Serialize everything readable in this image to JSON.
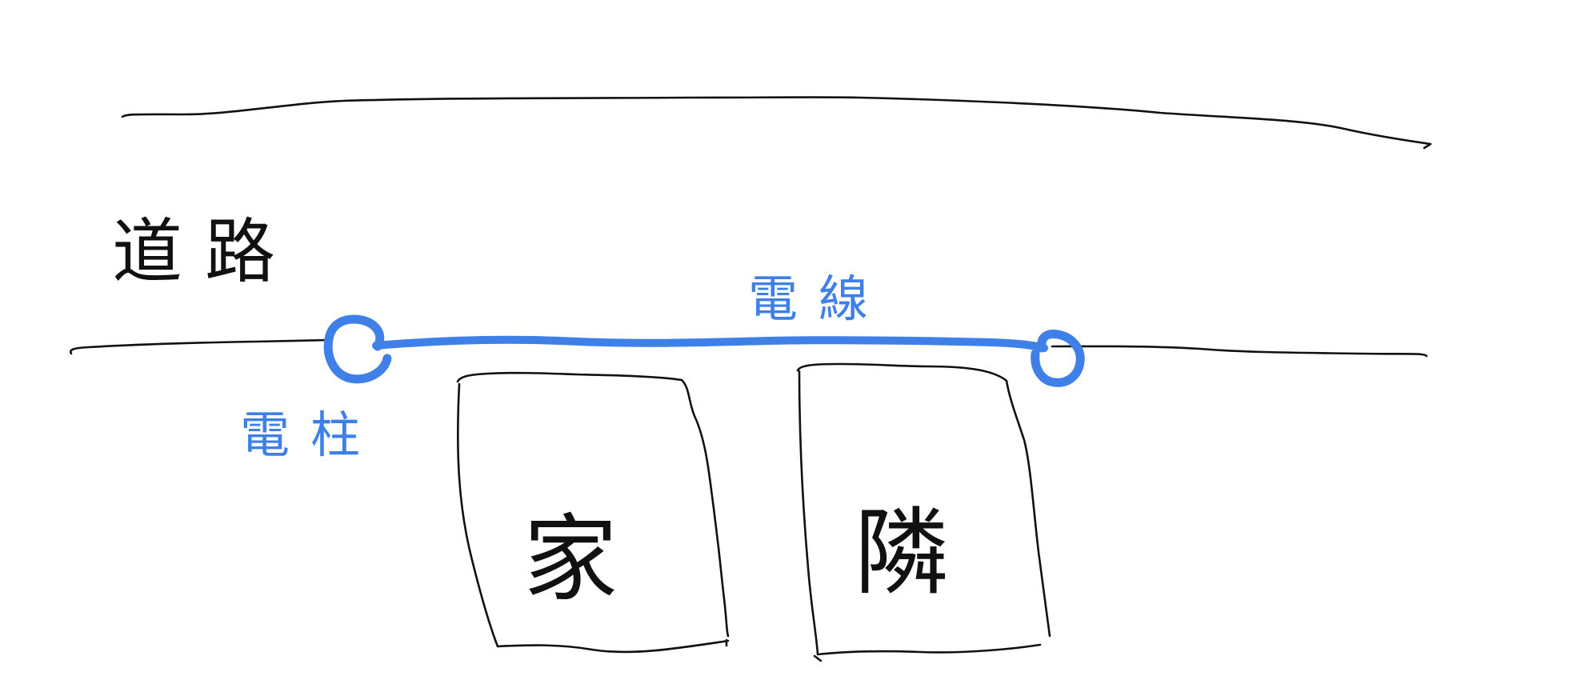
{
  "labels": {
    "road": "道路",
    "power_line": "電線",
    "utility_pole": "電柱",
    "my_house": "家",
    "neighbor_house": "隣"
  },
  "colors": {
    "ink": "#111111",
    "highlight": "#3f7fe8",
    "background": "#ffffff"
  }
}
